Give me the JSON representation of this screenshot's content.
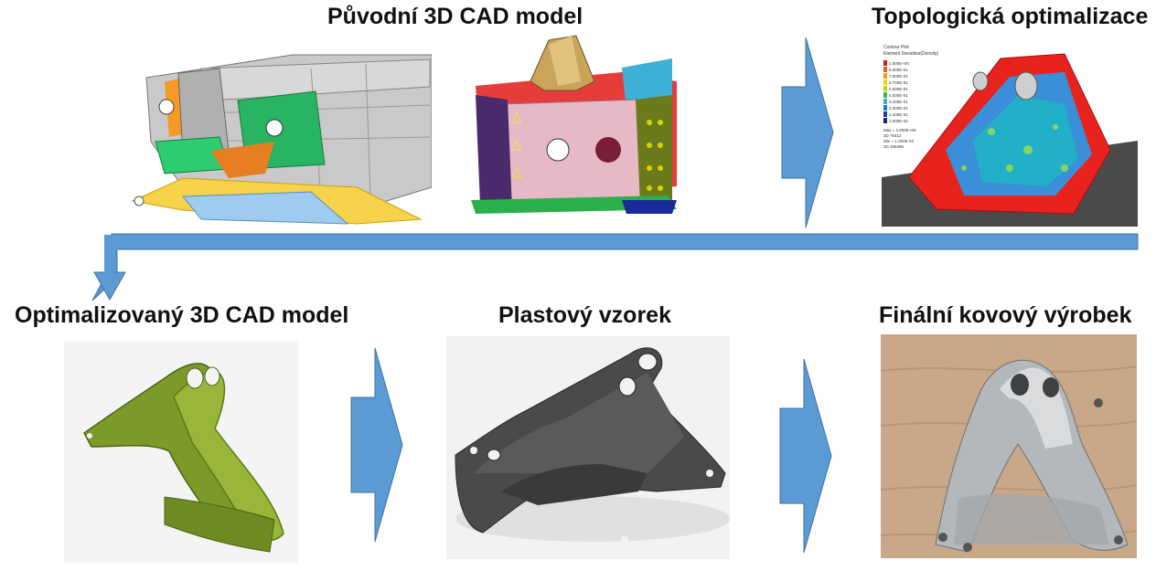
{
  "steps": {
    "original_cad": {
      "title": "Původní 3D CAD model"
    },
    "topology": {
      "title": "Topologická optimalizace",
      "legend": {
        "header_line1": "Contour Plot",
        "header_line2": "Element Densities(Density)",
        "values": [
          "1.000E+00",
          "8.900E-01",
          "7.800E-01",
          "6.700E-01",
          "5.600E-01",
          "4.500E-01",
          "3.400E-01",
          "2.300E-01",
          "1.200E-01",
          "1.000E-02"
        ],
        "footer": [
          "Max = 1.000E+00",
          "3D 76412",
          "Min = 1.000E-02",
          "3D 205395"
        ]
      }
    },
    "optimized_cad": {
      "title": "Optimalizovaný 3D CAD model"
    },
    "plastic": {
      "title": "Plastový vzorek"
    },
    "metal": {
      "title": "Finální kovový výrobek"
    }
  },
  "colors": {
    "arrow_fill": "#5B9BD5",
    "arrow_stroke": "#41719C",
    "legend_scale": [
      "#d7191c",
      "#f25c19",
      "#f89c1c",
      "#f5d10e",
      "#b8d80b",
      "#39b54a",
      "#29b6c8",
      "#1f78d1",
      "#1d3fa3",
      "#1a237e"
    ]
  }
}
